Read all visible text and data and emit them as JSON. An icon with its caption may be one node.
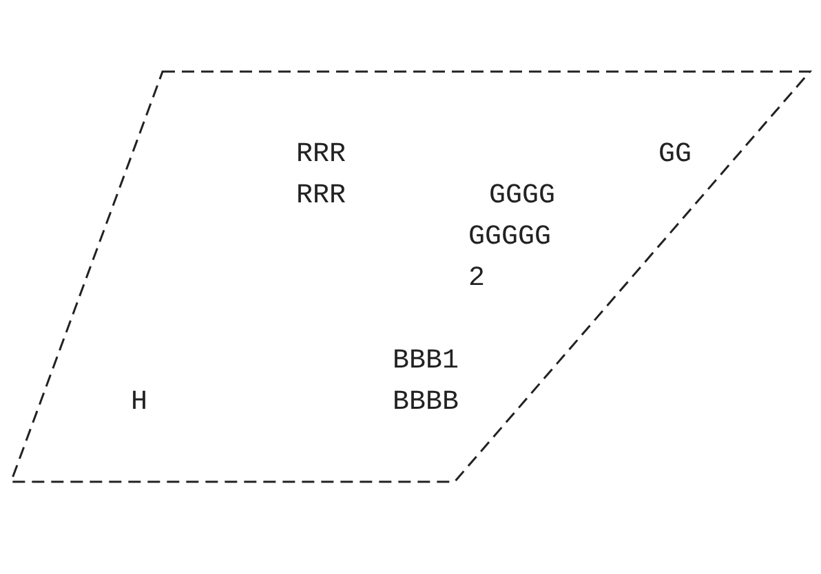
{
  "diagram": {
    "nodes": [
      {
        "text": [
          "RRR RRR",
          "GG",
          "GGGG",
          "GGGGG",
          "2",
          "BBB1 BBBB",
          "H"
        ]
      }
    ]
  }
}
